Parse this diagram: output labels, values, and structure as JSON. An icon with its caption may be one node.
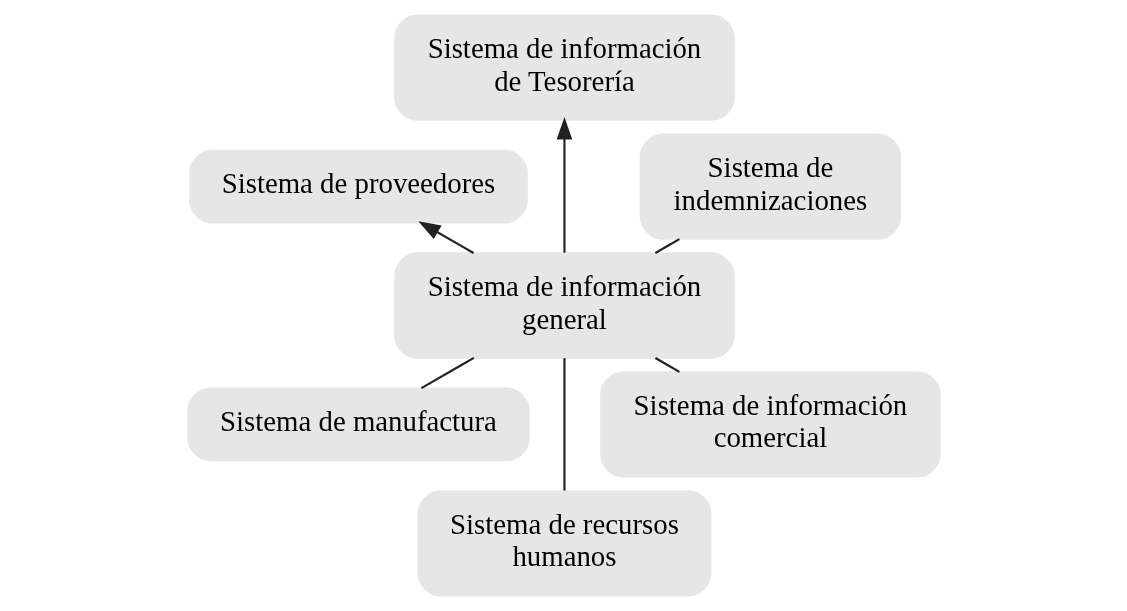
{
  "diagram": {
    "nodes": [
      {
        "text": [
          "Sistema de manufactura"
        ]
      },
      {
        "text": [
          "Sistema de recursos humanos"
        ]
      },
      {
        "text": [
          "Sistema de información comercial"
        ]
      },
      {
        "text": [
          "Sistema de información general"
        ]
      },
      {
        "text": [
          "Sistema de indemnizaciones"
        ]
      },
      {
        "text": [
          "Sistema de información de Tesorería"
        ]
      },
      {
        "text": [
          "Sistema de proveedores"
        ]
      }
    ],
    "edges": [
      {
        "from": 0,
        "to": 3,
        "arrow": "none"
      },
      {
        "from": 1,
        "to": 3,
        "arrow": "none"
      },
      {
        "from": 2,
        "to": 3,
        "arrow": "none"
      },
      {
        "from": 3,
        "to": 4,
        "arrow": "none"
      },
      {
        "from": 3,
        "to": 5,
        "arrow": "to"
      },
      {
        "from": 3,
        "to": 6,
        "arrow": "to"
      }
    ]
  }
}
